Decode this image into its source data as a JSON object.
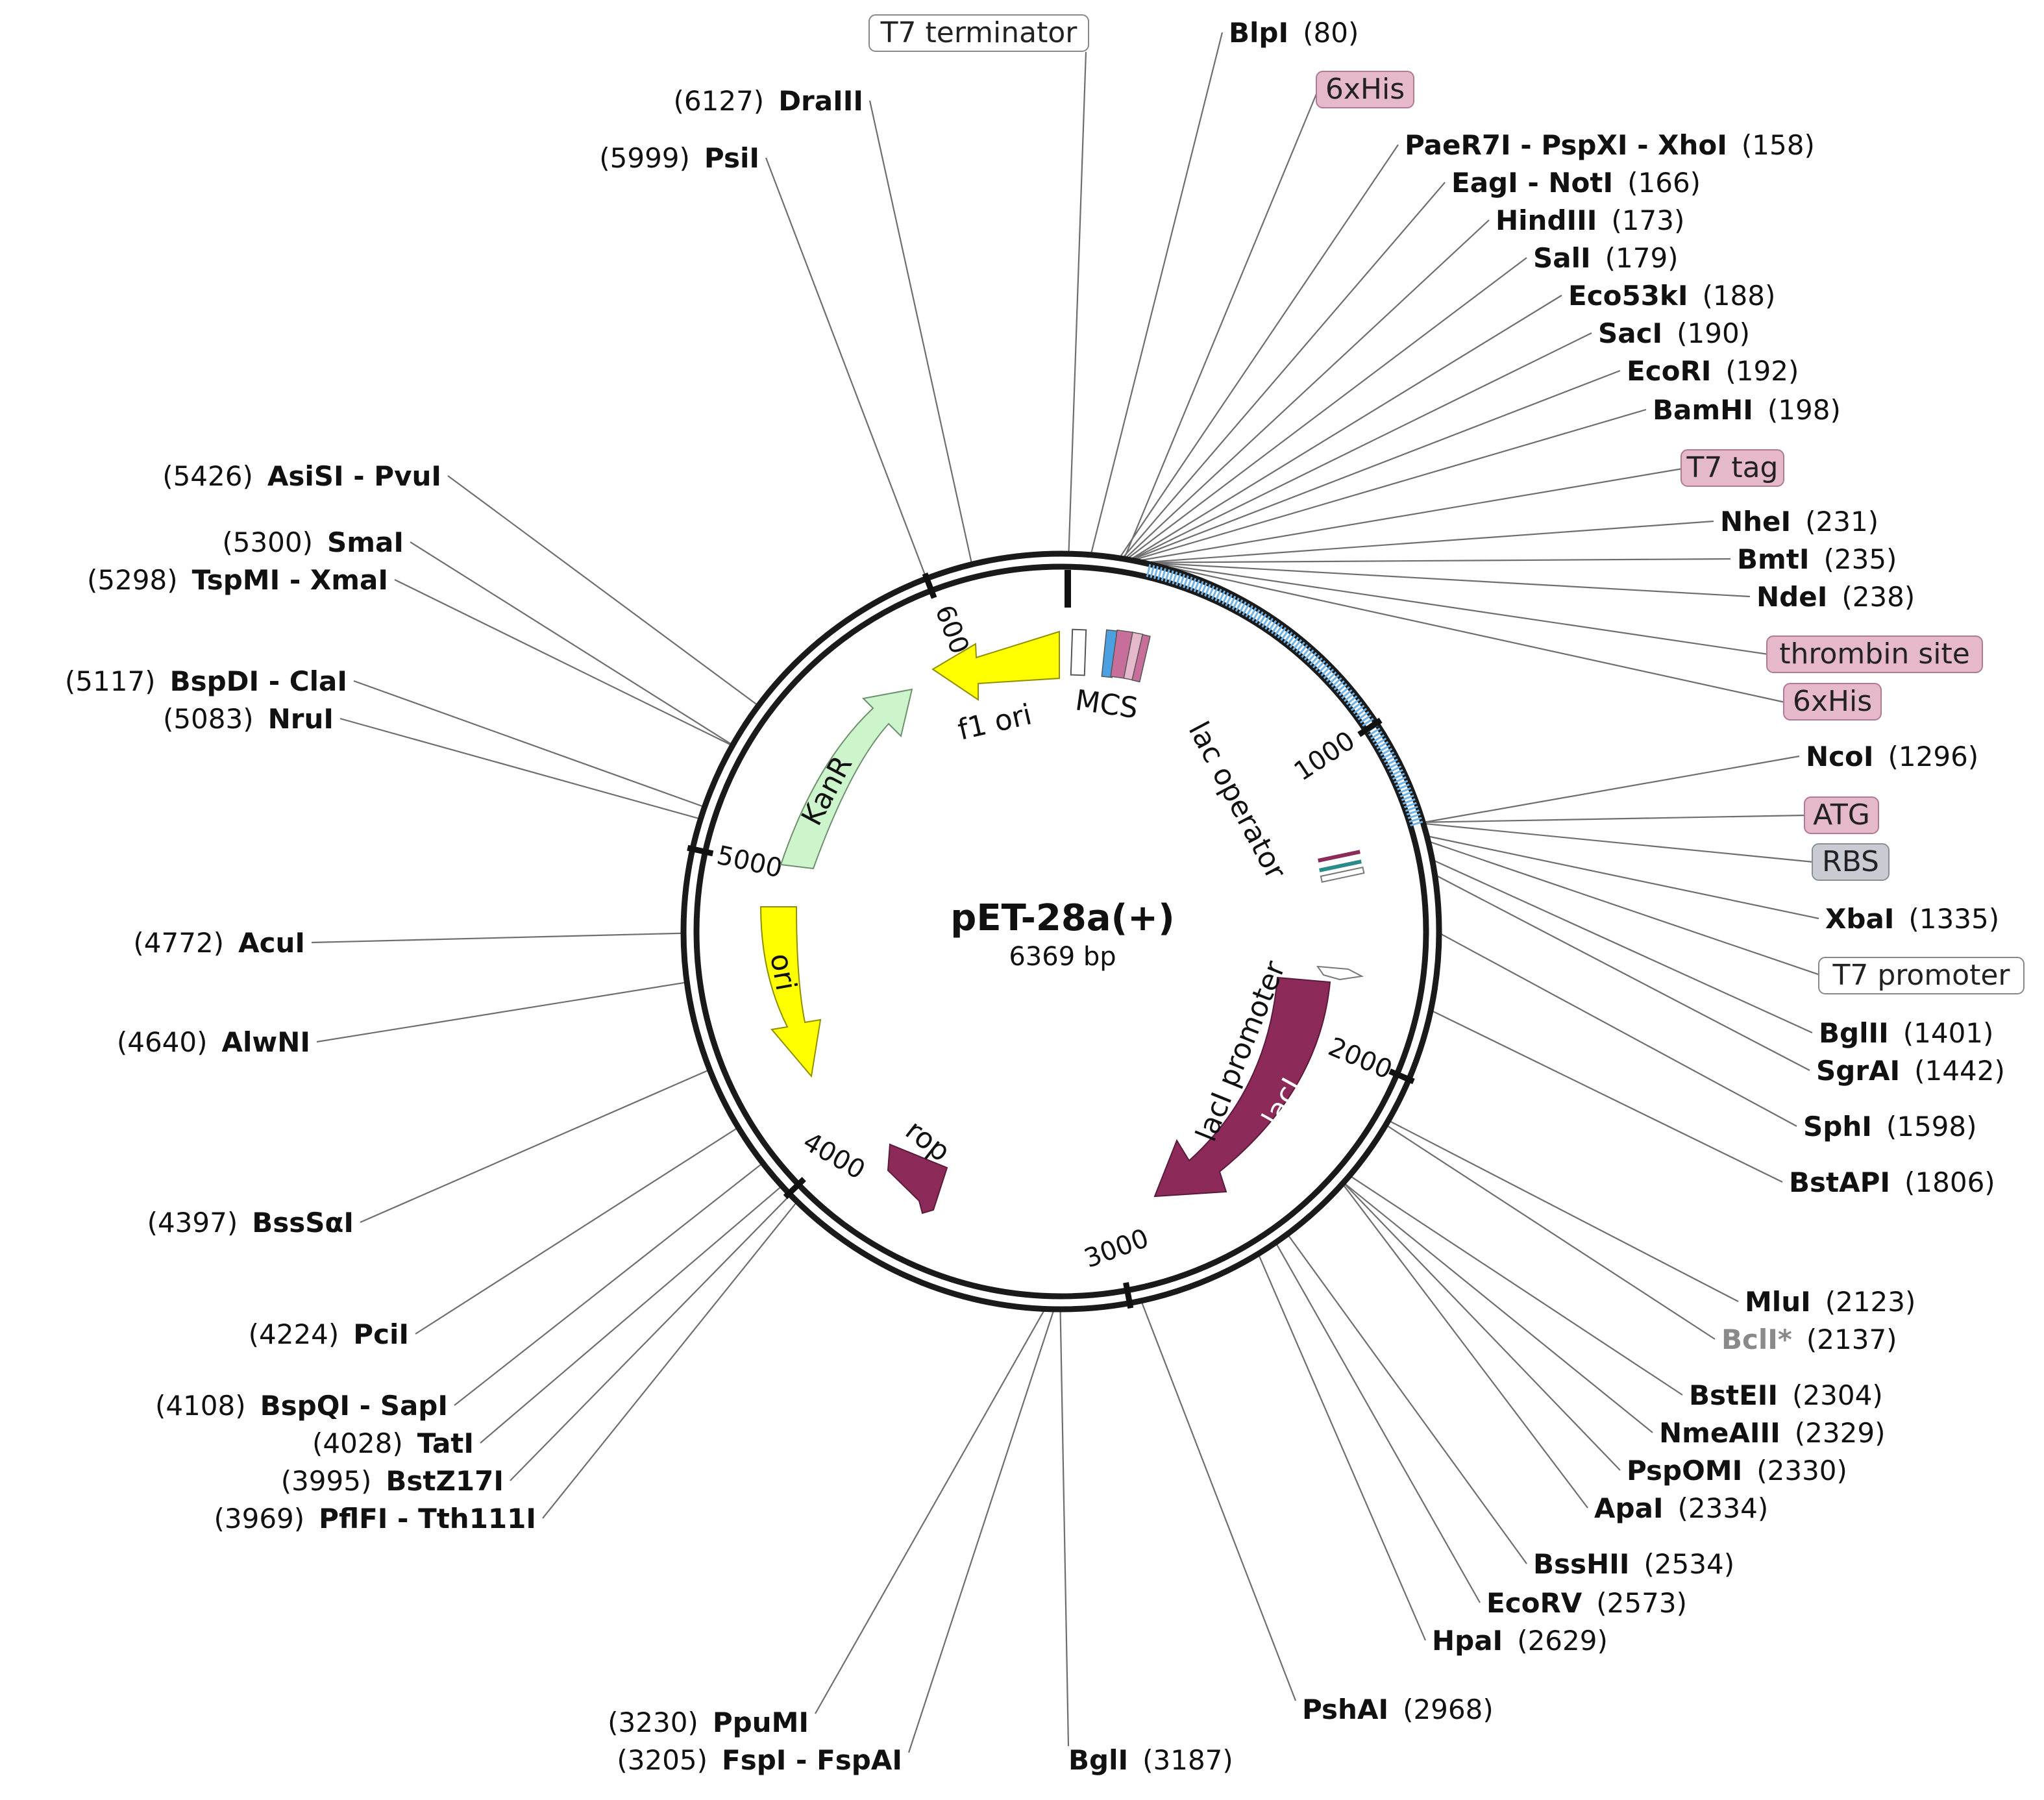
{
  "plasmid": {
    "name": "pET-28a(+)",
    "length": "6369 bp",
    "total_bp": 6369
  },
  "ticks": [
    {
      "pos": 1000,
      "label": "1000"
    },
    {
      "pos": 2000,
      "label": "2000"
    },
    {
      "pos": 3000,
      "label": "3000"
    },
    {
      "pos": 4000,
      "label": "4000"
    },
    {
      "pos": 5000,
      "label": "5000"
    },
    {
      "pos": 6000,
      "label": "6000"
    }
  ],
  "features": [
    {
      "id": "kanr",
      "label": "KanR",
      "color": "#ccf5cc",
      "stroke": "#6f8f6f",
      "text_color": "#111111"
    },
    {
      "id": "f1ori",
      "label": "f1 ori",
      "color": "#ffff00",
      "stroke": "#8f8f00"
    },
    {
      "id": "ori",
      "label": "ori",
      "color": "#ffff00",
      "stroke": "#8f8f00",
      "text_color": "#111111"
    },
    {
      "id": "rop",
      "label": "rop",
      "color": "#8c2a5a",
      "stroke": "#5c1a3a"
    },
    {
      "id": "laci",
      "label": "lacI",
      "color": "#8c2a5a",
      "stroke": "#5c1a3a",
      "text_color": "#ffffff"
    },
    {
      "id": "laci_promoter",
      "label": "lacI promoter"
    },
    {
      "id": "lac_operator",
      "label": "lac operator"
    },
    {
      "id": "mcs",
      "label": "MCS"
    }
  ],
  "boxed_labels": [
    {
      "id": "t7term",
      "text": "T7 terminator",
      "fill": "#ffffff",
      "stroke": "#888888"
    },
    {
      "id": "his1",
      "text": "6xHis",
      "fill": "#e6b8cc",
      "stroke": "#b07a92"
    },
    {
      "id": "t7tag",
      "text": "T7 tag",
      "fill": "#e6b8cc",
      "stroke": "#b07a92"
    },
    {
      "id": "thrombin",
      "text": "thrombin site",
      "fill": "#e6b8cc",
      "stroke": "#b07a92"
    },
    {
      "id": "his2",
      "text": "6xHis",
      "fill": "#e6b8cc",
      "stroke": "#b07a92"
    },
    {
      "id": "atg",
      "text": "ATG",
      "fill": "#e6b8cc",
      "stroke": "#b07a92"
    },
    {
      "id": "rbs",
      "text": "RBS",
      "fill": "#c8ccd2",
      "stroke": "#8a8f96"
    },
    {
      "id": "t7prom",
      "text": "T7 promoter",
      "fill": "#ffffff",
      "stroke": "#888888"
    }
  ],
  "sites": {
    "dra3": {
      "name": "DraIII",
      "pos": "(6127)"
    },
    "psi": {
      "name": "PsiI",
      "pos": "(5999)"
    },
    "asisi": {
      "name": "AsiSI - PvuI",
      "pos": "(5426)"
    },
    "sma": {
      "name": "SmaI",
      "pos": "(5300)"
    },
    "tspmi": {
      "name": "TspMI - XmaI",
      "pos": "(5298)"
    },
    "bspdi": {
      "name": "BspDI - ClaI",
      "pos": "(5117)"
    },
    "nru": {
      "name": "NruI",
      "pos": "(5083)"
    },
    "acu": {
      "name": "AcuI",
      "pos": "(4772)"
    },
    "alwn": {
      "name": "AlwNI",
      "pos": "(4640)"
    },
    "bsssa": {
      "name": "BssSαI",
      "pos": "(4397)"
    },
    "pci": {
      "name": "PciI",
      "pos": "(4224)"
    },
    "bspqi": {
      "name": "BspQI - SapI",
      "pos": "(4108)"
    },
    "tat": {
      "name": "TatI",
      "pos": "(4028)"
    },
    "bstz": {
      "name": "BstZ17I",
      "pos": "(3995)"
    },
    "pflfi": {
      "name": "PflFI - Tth111I",
      "pos": "(3969)"
    },
    "ppumi": {
      "name": "PpuMI",
      "pos": "(3230)"
    },
    "fspi": {
      "name": "FspI - FspAI",
      "pos": "(3205)"
    },
    "bgli": {
      "name": "BglI",
      "pos": "(3187)"
    },
    "blpi": {
      "name": "BlpI",
      "pos": "(80)"
    },
    "paer7": {
      "name": "PaeR7I - PspXI - XhoI",
      "pos": "(158)"
    },
    "eagi": {
      "name": "EagI - NotI",
      "pos": "(166)"
    },
    "hind3": {
      "name": "HindIII",
      "pos": "(173)"
    },
    "sali": {
      "name": "SalI",
      "pos": "(179)"
    },
    "eco53": {
      "name": "Eco53kI",
      "pos": "(188)"
    },
    "saci": {
      "name": "SacI",
      "pos": "(190)"
    },
    "ecori": {
      "name": "EcoRI",
      "pos": "(192)"
    },
    "bamhi": {
      "name": "BamHI",
      "pos": "(198)"
    },
    "nhei": {
      "name": "NheI",
      "pos": "(231)"
    },
    "bmti": {
      "name": "BmtI",
      "pos": "(235)"
    },
    "ndei": {
      "name": "NdeI",
      "pos": "(238)"
    },
    "ncoi": {
      "name": "NcoI",
      "pos": "(1296)"
    },
    "xbai": {
      "name": "XbaI",
      "pos": "(1335)"
    },
    "bgl2": {
      "name": "BglII",
      "pos": "(1401)"
    },
    "sgrai": {
      "name": "SgrAI",
      "pos": "(1442)"
    },
    "sphi": {
      "name": "SphI",
      "pos": "(1598)"
    },
    "bstapi": {
      "name": "BstAPI",
      "pos": "(1806)"
    },
    "mlui": {
      "name": "MluI",
      "pos": "(2123)"
    },
    "bcli": {
      "name": "BclI*",
      "pos": "(2137)"
    },
    "bsteii": {
      "name": "BstEII",
      "pos": "(2304)"
    },
    "nmea3": {
      "name": "NmeAIII",
      "pos": "(2329)"
    },
    "pspomi": {
      "name": "PspOMI",
      "pos": "(2330)"
    },
    "apai": {
      "name": "ApaI",
      "pos": "(2334)"
    },
    "bsshii": {
      "name": "BssHII",
      "pos": "(2534)"
    },
    "ecorv": {
      "name": "EcoRV",
      "pos": "(2573)"
    },
    "hpai": {
      "name": "HpaI",
      "pos": "(2629)"
    },
    "pshai": {
      "name": "PshAI",
      "pos": "(2968)"
    }
  }
}
